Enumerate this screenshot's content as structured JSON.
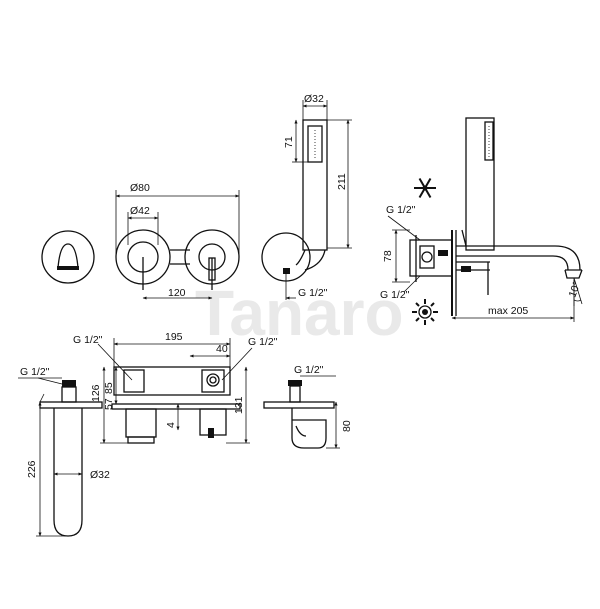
{
  "watermark": "Tanaro",
  "labels": {
    "d32_top": "Ø32",
    "dim_71": "71",
    "dim_211": "211",
    "d80": "Ø80",
    "d42": "Ø42",
    "dim_120": "120",
    "g12_front": "G 1/2\"",
    "g12_side_top": "G 1/2\"",
    "g12_side_bottom": "G 1/2\"",
    "dim_78": "78",
    "max205": "max 205",
    "angle10": "10°",
    "g12_top_a": "G 1/2\"",
    "dim_195": "195",
    "g12_top_b": "G 1/2\"",
    "dim_40": "40",
    "g12_left": "G 1/2\"",
    "g12_right": "G 1/2\"",
    "dim_126": "126",
    "dim_85": "85",
    "dim_57": "57",
    "dim_4": "4",
    "dim_131": "131",
    "dim_80": "80",
    "dim_226": "226",
    "d32_bottom": "Ø32"
  },
  "icons": [
    "snowflake-icon",
    "sun-icon"
  ]
}
